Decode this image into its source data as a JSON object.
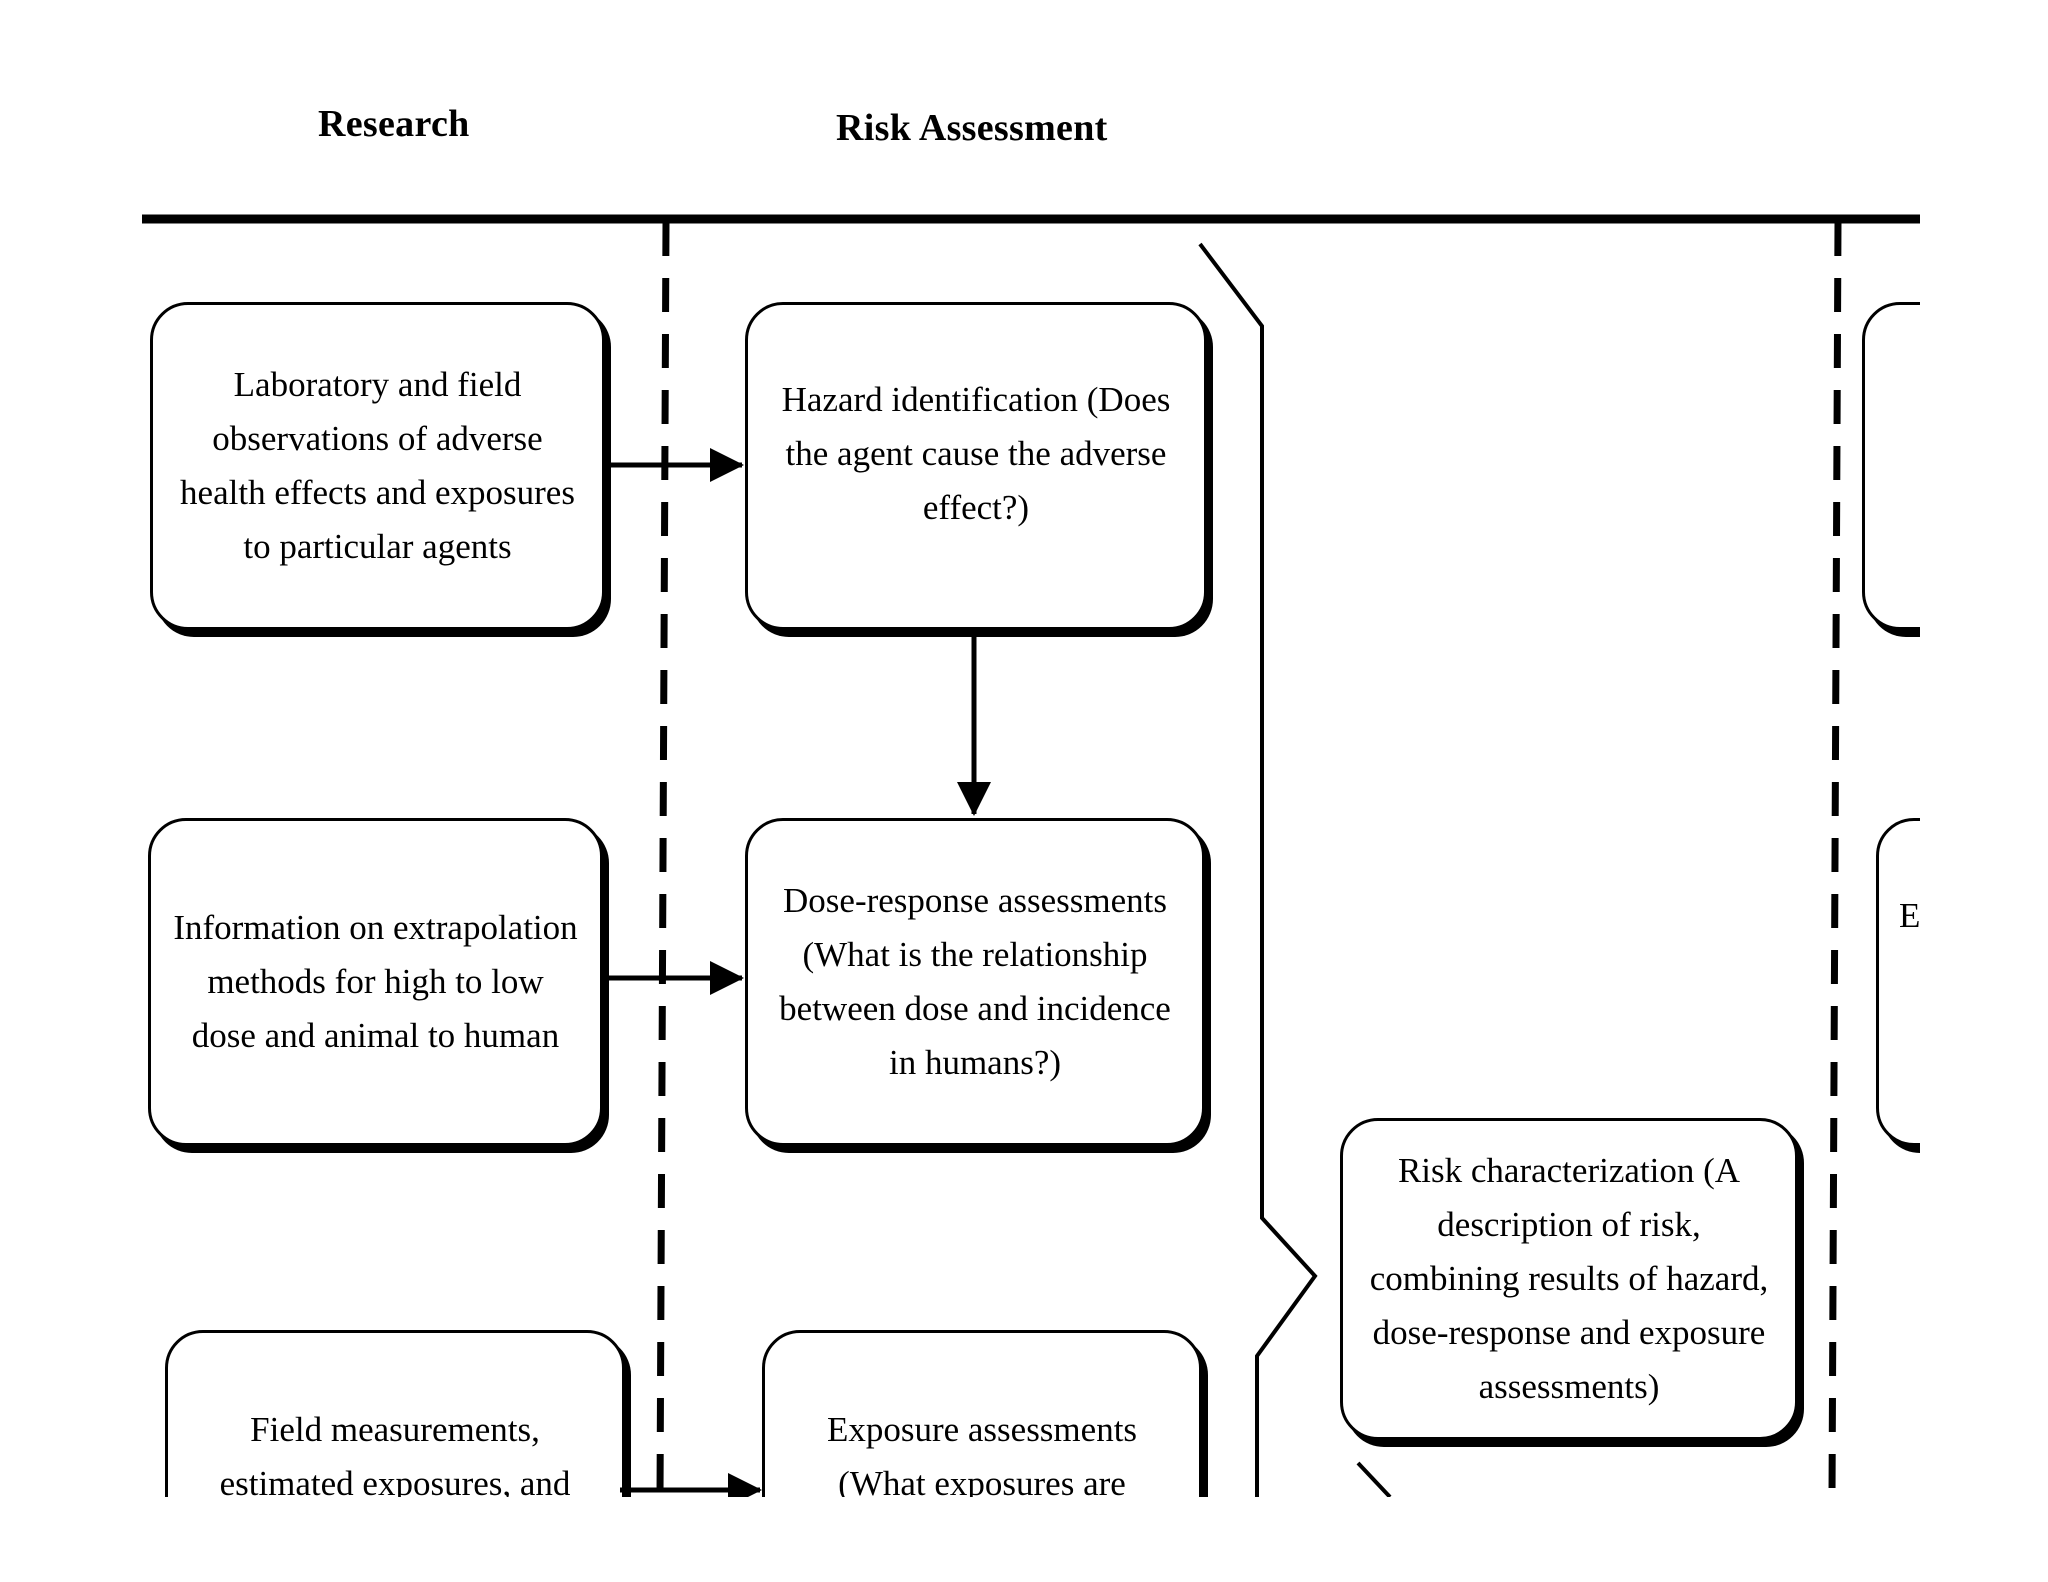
{
  "headers": {
    "research": "Research",
    "risk_assessment": "Risk Assessment"
  },
  "research_boxes": {
    "lab_observations": "Laboratory and field observations of adverse health effects and exposures to particular agents",
    "extrapolation_info": "Information on extrapolation methods for high to low dose and animal to human",
    "field_measurements": "Field measurements, estimated exposures, and"
  },
  "assessment_boxes": {
    "hazard_identification": "Hazard identification (Does the agent cause the adverse effect?)",
    "dose_response": "Dose-response assessments (What is the relationship between dose and incidence in humans?)",
    "exposure_assessment": "Exposure assessments (What exposures are",
    "risk_characterization": "Risk characterization (A description of risk, combining results of hazard, dose-response and exposure assessments)"
  },
  "cut_off_box_fragment": "E"
}
